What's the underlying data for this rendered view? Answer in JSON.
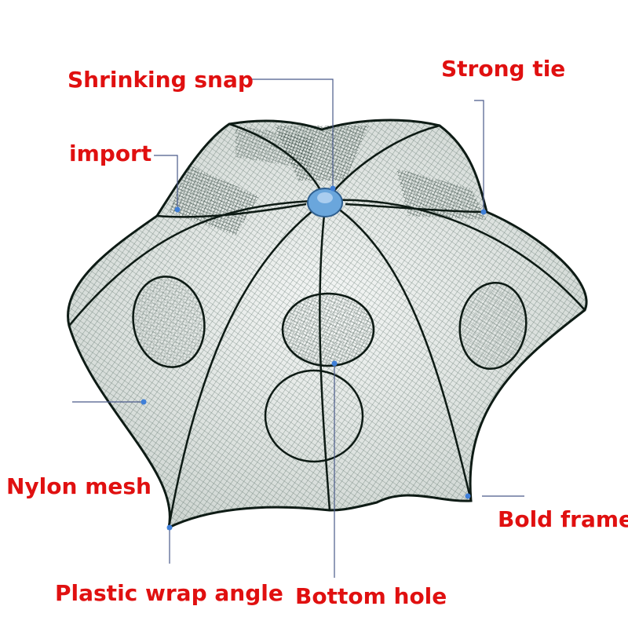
{
  "image": {
    "subject": "collapsible hexagonal fishing trap net",
    "mesh_color": "#1f3b32",
    "frame_color": "#0d1a14",
    "hub_color": "#6aa6dc",
    "leader_line_color": "#4a5a8a"
  },
  "labels": {
    "shrinking_snap": "Shrinking snap",
    "strong_tie": "Strong tie",
    "import": "import",
    "nylon_mesh": "Nylon mesh",
    "bold_frame": "Bold frame",
    "plastic_wrap_angle": "Plastic wrap angle",
    "bottom_hole": "Bottom hole"
  },
  "colors": {
    "label_text": "#e01010",
    "background": "#ffffff"
  }
}
